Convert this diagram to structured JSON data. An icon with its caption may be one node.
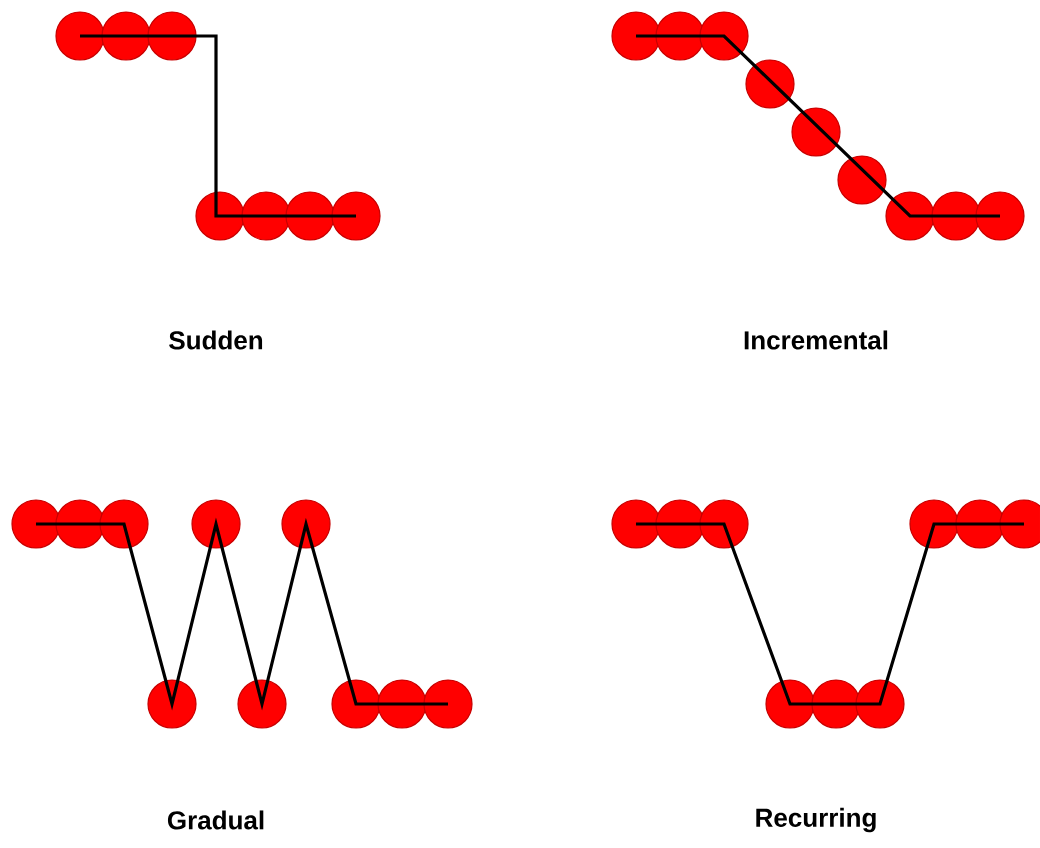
{
  "diagram": {
    "labels": [
      "Sudden",
      "Incremental",
      "Gradual",
      "Recurring"
    ]
  }
}
